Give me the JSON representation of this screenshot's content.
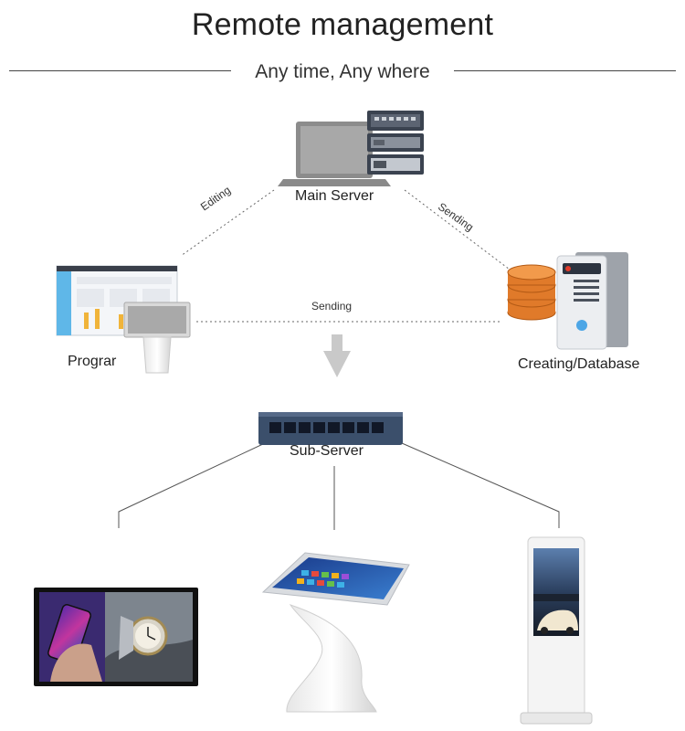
{
  "header": {
    "title": "Remote management",
    "subtitle": "Any time, Any where"
  },
  "nodes": {
    "main_server": "Main Server",
    "program": "Prograr",
    "database": "Creating/Database",
    "sub_server": "Sub-Server"
  },
  "edges": {
    "editing": "Editing",
    "sending_right": "Sending",
    "sending_middle": "Sending"
  },
  "colors": {
    "line": "#555555",
    "arrow": "#c9c9c9",
    "db_orange": "#e07a2a",
    "switch_blue": "#3b4f6b"
  }
}
